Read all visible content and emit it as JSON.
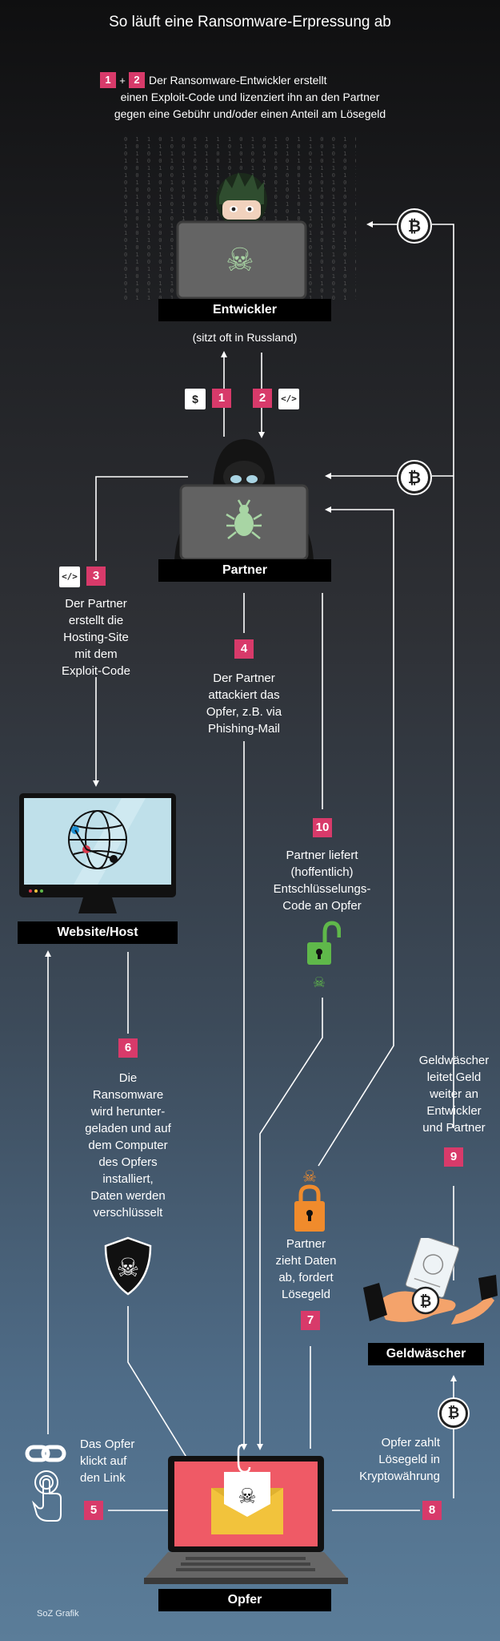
{
  "title": "So läuft eine Ransomware-Erpressung ab",
  "intro": {
    "badge_a": "1",
    "plus": "+",
    "badge_b": "2",
    "line1": "Der Ransomware-Entwickler erstellt",
    "line2": "einen Exploit-Code und lizenziert ihn an den Partner",
    "line3": "gegen eine Gebühr und/oder einen Anteil am Lösegeld"
  },
  "nodes": {
    "entwickler": "Entwickler",
    "entwickler_note": "(sitzt oft in Russland)",
    "partner": "Partner",
    "website": "Website/Host",
    "geldwaescher": "Geldwäscher",
    "opfer": "Opfer"
  },
  "flow": {
    "dollar": "$",
    "code_icon": "</>",
    "bitcoin": "₿"
  },
  "steps": [
    {
      "num": "1"
    },
    {
      "num": "2"
    },
    {
      "num": "3",
      "lines": [
        "Der Partner",
        "erstellt die",
        "Hosting-Site",
        "mit dem",
        "Exploit-Code"
      ]
    },
    {
      "num": "4",
      "lines": [
        "Der Partner",
        "attackiert das",
        "Opfer, z.B. via",
        "Phishing-Mail"
      ]
    },
    {
      "num": "5",
      "lines": [
        "Das Opfer",
        "klickt auf",
        "den Link"
      ]
    },
    {
      "num": "6",
      "lines": [
        "Die",
        "Ransomware",
        "wird herunter-",
        "geladen und auf",
        "dem Computer",
        "des Opfers",
        "installiert,",
        "Daten werden",
        "verschlüsselt"
      ]
    },
    {
      "num": "7",
      "lines": [
        "Partner",
        "zieht Daten",
        "ab, fordert",
        "Lösegeld"
      ]
    },
    {
      "num": "8",
      "lines": [
        "Opfer zahlt",
        "Lösegeld in",
        "Kryptowährung"
      ]
    },
    {
      "num": "9",
      "lines": [
        "Geldwäscher",
        "leitet Geld",
        "weiter an",
        "Entwickler",
        "und Partner"
      ]
    },
    {
      "num": "10",
      "lines": [
        "Partner liefert",
        "(hoffentlich)",
        "Entschlüsselungs-",
        "Code an Opfer"
      ]
    }
  ],
  "credit": "SoZ Grafik",
  "colors": {
    "accent": "#d83a6a",
    "lock_green": "#5fb84a",
    "lock_orange": "#f08b2c",
    "envelope": "#f2c33c",
    "screen_red": "#ef5a66",
    "screen_blue": "#bfe0ea"
  }
}
